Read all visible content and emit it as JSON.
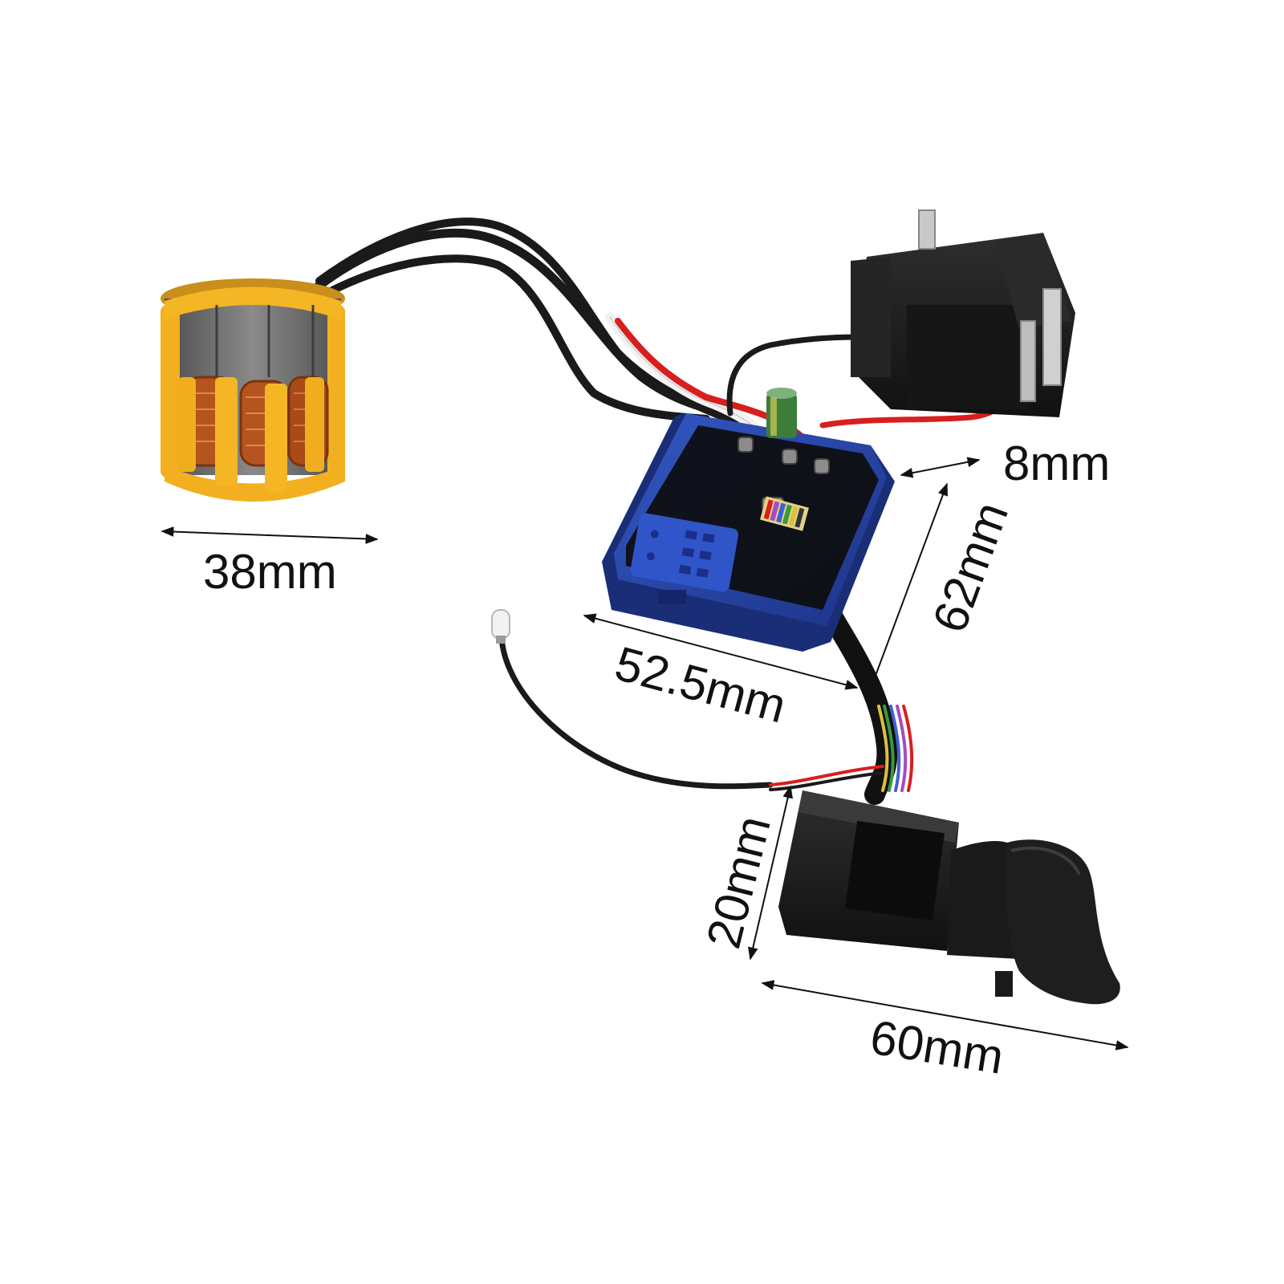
{
  "image": {
    "background": "#ffffff",
    "colors": {
      "stator_frame": "#f2b020",
      "stator_core": "#6a6a6a",
      "copper_winding": "#b5541e",
      "pcb_blue": "#2846a8",
      "plastic_black": "#1c1c1c",
      "wire_red": "#d81e1e",
      "wire_white": "#f4f4f4",
      "capacitor_green": "#3d7d3a"
    }
  },
  "dimensions": {
    "stator_width": "38mm",
    "board_width": "52.5mm",
    "board_length": "62mm",
    "board_thickness": "8mm",
    "switch_height": "20mm",
    "switch_length": "60mm"
  }
}
